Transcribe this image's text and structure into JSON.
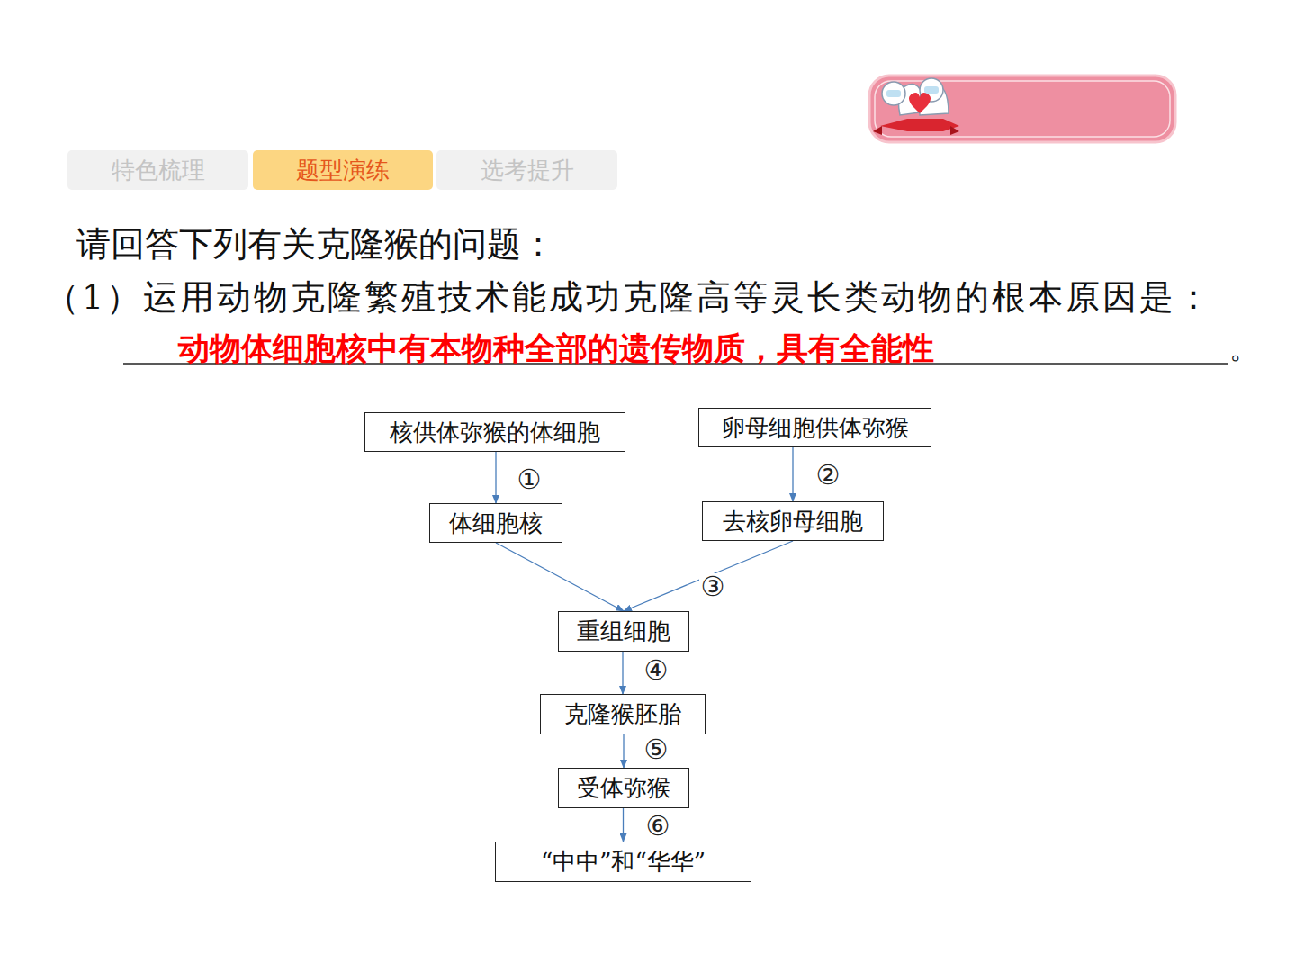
{
  "diagram": {
    "nodes": [
      {
        "text": [
          "特色梳理"
        ]
      },
      {
        "text": [
          "题型演练"
        ]
      },
      {
        "text": [
          "选考提升"
        ]
      },
      {
        "text": [
          "核供体弥猴的体细胞"
        ]
      },
      {
        "text": [
          "卵母细胞供体弥猴"
        ]
      },
      {
        "text": [
          "体细胞核"
        ]
      },
      {
        "text": [
          "去核卵母细胞"
        ]
      },
      {
        "text": [
          "重组细胞"
        ]
      },
      {
        "text": [
          "克隆猴胚胎"
        ]
      },
      {
        "text": [
          "受体弥猴"
        ]
      },
      {
        "text": [
          "“中中”和“华华”"
        ]
      }
    ],
    "edges": [
      {
        "from": 3,
        "to": 5,
        "arrow": "to",
        "label": "①"
      },
      {
        "from": 4,
        "to": 6,
        "arrow": "to",
        "label": "②"
      },
      {
        "from": 5,
        "to": 7,
        "arrow": "to"
      },
      {
        "from": 6,
        "to": 7,
        "arrow": "to",
        "label": "③"
      },
      {
        "from": 7,
        "to": 8,
        "arrow": "to",
        "label": "④"
      },
      {
        "from": 8,
        "to": 9,
        "arrow": "to",
        "label": "⑤"
      },
      {
        "from": 9,
        "to": 10,
        "arrow": "to",
        "label": "⑥"
      }
    ],
    "labels": [
      "请回答下列有关克隆猴的问题：",
      "（1）运用动物克隆繁殖技术能成功克隆高等灵长类动物的根本原因是：",
      "动物体细胞核中有本物种全部的遗传物质，具有全能性",
      "。"
    ]
  }
}
